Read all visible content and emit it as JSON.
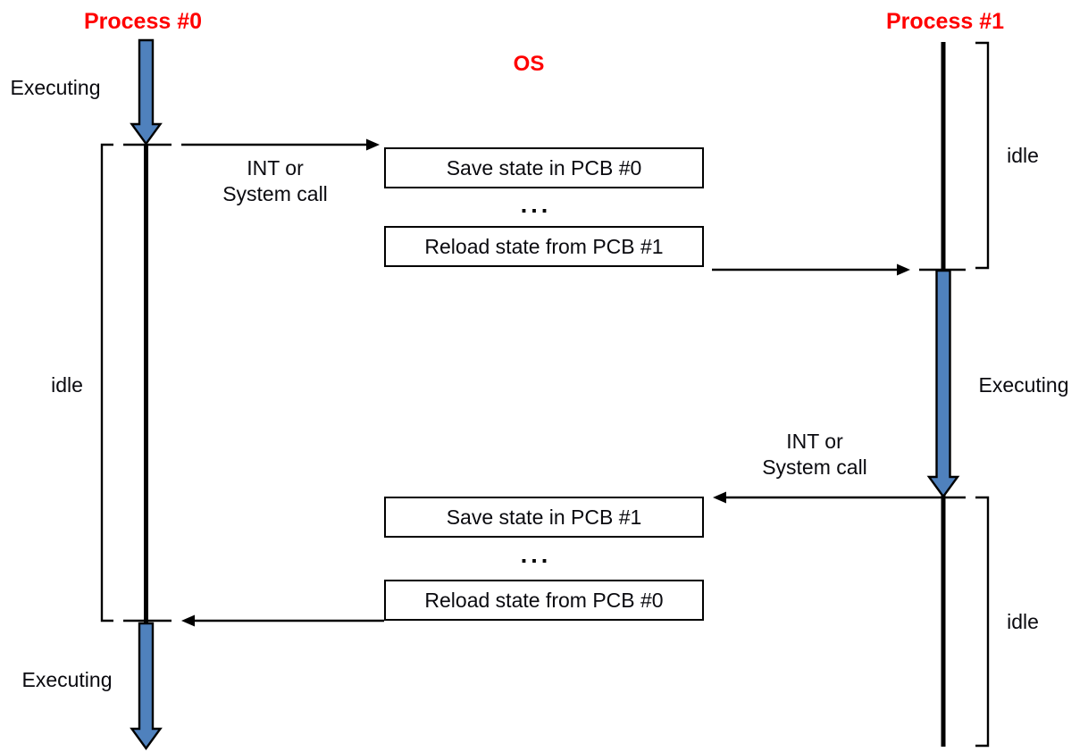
{
  "colors": {
    "accent_red": "#FF0000",
    "arrow_fill": "#4F81BD",
    "line_black": "#000000"
  },
  "processes": {
    "p0": {
      "name": "Process #0",
      "executing_top": "Executing",
      "idle": "idle",
      "executing_bottom": "Executing"
    },
    "p1": {
      "name": "Process #1",
      "idle_top": "idle",
      "executing": "Executing",
      "idle_bottom": "idle"
    }
  },
  "os": {
    "name": "OS",
    "boxes": {
      "save_pcb0": "Save state in PCB #0",
      "gap1": "...",
      "reload_pcb1": "Reload state from PCB #1",
      "save_pcb1": "Save state in PCB #1",
      "gap2": "...",
      "reload_pcb0": "Reload state from PCB #0"
    }
  },
  "events": {
    "p0_interrupt": {
      "line1": "INT or",
      "line2": "System call"
    },
    "p1_interrupt": {
      "line1": "INT or",
      "line2": "System call"
    }
  }
}
